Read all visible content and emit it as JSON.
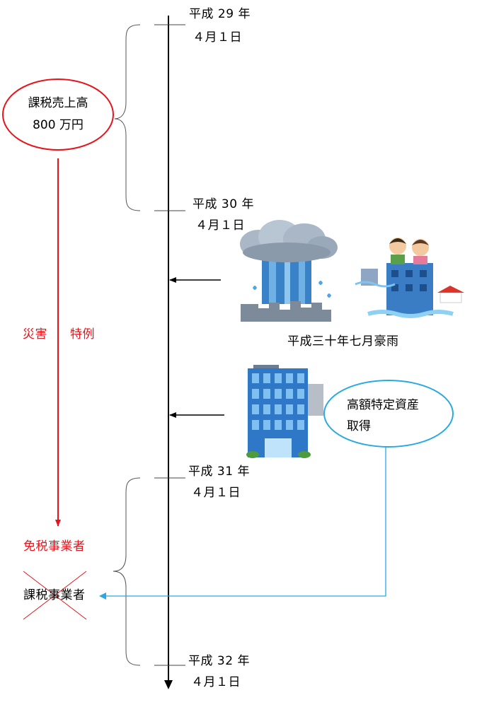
{
  "timeline": {
    "dates": [
      {
        "era": "平成 29 年",
        "day": "４月１日"
      },
      {
        "era": "平成 30 年",
        "day": "４月１日"
      },
      {
        "era": "平成 31 年",
        "day": "４月１日"
      },
      {
        "era": "平成 32 年",
        "day": "４月１日"
      }
    ]
  },
  "first_period": {
    "line1": "課税売上高",
    "line2": "800 万円"
  },
  "special_rule": {
    "part1": "災害",
    "part2": "特例"
  },
  "events": {
    "disaster_label": "平成三十年七月豪雨",
    "acquisition": {
      "line1": "高額特定資産",
      "line2": "取得"
    }
  },
  "status": {
    "exempt": "免税事業者",
    "taxable": "課税事業者"
  },
  "colors": {
    "red": "#e8141c",
    "blue": "#29a9e1",
    "black": "#000000"
  },
  "icons": [
    "storm-cloud-icon",
    "flooded-town-icon",
    "company-building-icon"
  ]
}
